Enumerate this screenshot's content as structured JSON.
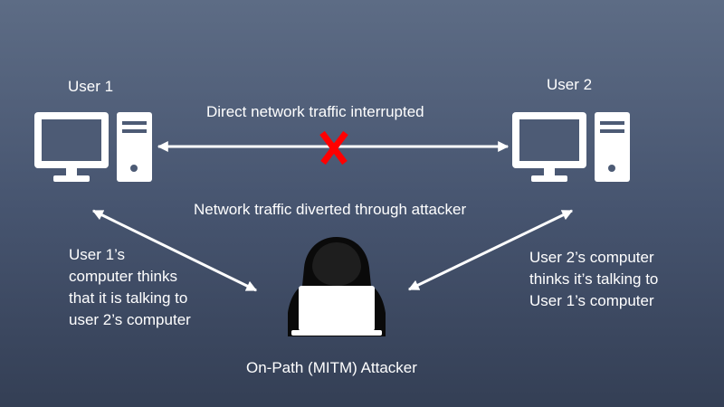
{
  "user1": {
    "label": "User 1"
  },
  "user2": {
    "label": "User 2"
  },
  "direct_link": {
    "label": "Direct network traffic interrupted",
    "status_color": "#ff0000"
  },
  "diverted_link": {
    "label": "Network traffic diverted through attacker"
  },
  "user1_note": "User 1’s\ncomputer thinks\nthat it is talking to\nuser 2’s computer",
  "user2_note": "User 2’s computer\nthinks it’s talking to\nUser 1’s computer",
  "attacker": {
    "label": "On-Path (MITM) Attacker"
  },
  "colors": {
    "icon": "#ffffff",
    "attacker_hood": "#0a0a0a",
    "blocked_mark": "#ff0000"
  },
  "icons": [
    "desktop-computer-icon",
    "desktop-computer-icon",
    "hooded-hacker-icon",
    "blocked-x-icon"
  ]
}
